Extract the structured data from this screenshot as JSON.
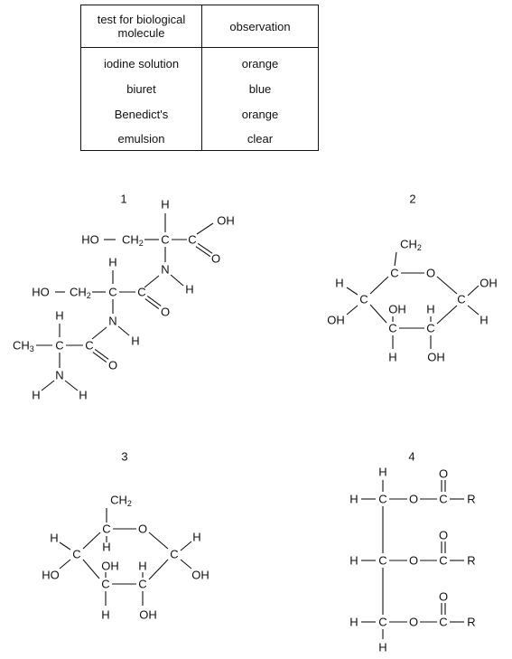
{
  "table": {
    "headers": [
      "test for biological molecule",
      "observation"
    ],
    "rows": [
      {
        "test": "iodine solution",
        "observation": "orange"
      },
      {
        "test": "biuret",
        "observation": "blue"
      },
      {
        "test": "Benedict's",
        "observation": "orange"
      },
      {
        "test": "emulsion",
        "observation": "clear"
      }
    ]
  },
  "structures": {
    "labels": [
      "1",
      "2",
      "3",
      "4"
    ],
    "atoms": {
      "H": "H",
      "O": "O",
      "N": "N",
      "C": "C",
      "R": "R",
      "OH": "OH",
      "HO": "HO",
      "CH2": "CH",
      "sub2": "2",
      "CH2OH_base": "CH",
      "OH_tail": "OH",
      "CH3": "CH",
      "sub3": "3"
    }
  }
}
